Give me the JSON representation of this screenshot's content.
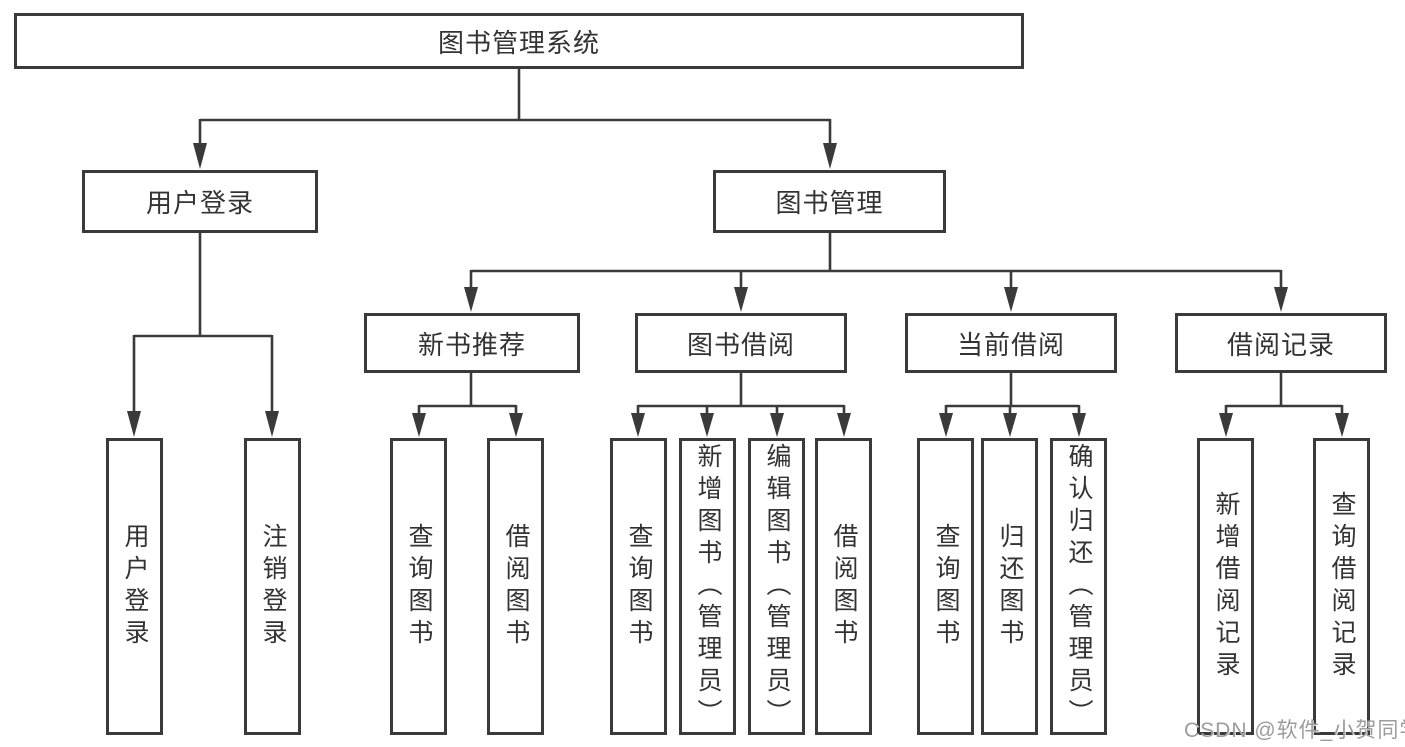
{
  "diagram": {
    "root": {
      "label": "图书管理系统"
    },
    "level2": [
      {
        "label": "用户登录"
      },
      {
        "label": "图书管理"
      }
    ],
    "level3": [
      {
        "label": "新书推荐"
      },
      {
        "label": "图书借阅"
      },
      {
        "label": "当前借阅"
      },
      {
        "label": "借阅记录"
      }
    ],
    "leaves": [
      {
        "label": "用户登录",
        "parent": "用户登录"
      },
      {
        "label": "注销登录",
        "parent": "用户登录"
      },
      {
        "label": "查询图书",
        "parent": "新书推荐"
      },
      {
        "label": "借阅图书",
        "parent": "新书推荐"
      },
      {
        "label": "查询图书",
        "parent": "图书借阅"
      },
      {
        "label": "新增图书（管理员）",
        "parent": "图书借阅"
      },
      {
        "label": "编辑图书（管理员）",
        "parent": "图书借阅"
      },
      {
        "label": "借阅图书",
        "parent": "图书借阅"
      },
      {
        "label": "查询图书",
        "parent": "当前借阅"
      },
      {
        "label": "归还图书",
        "parent": "当前借阅"
      },
      {
        "label": "确认归还（管理员）",
        "parent": "当前借阅"
      },
      {
        "label": "新增借阅记录",
        "parent": "借阅记录"
      },
      {
        "label": "查询借阅记录",
        "parent": "借阅记录"
      }
    ],
    "watermark": {
      "text": "CSDN @软件_小贺同学"
    },
    "colors": {
      "border": "#3a3a3a",
      "text": "#333333",
      "background": "#ffffff",
      "watermark": "#9c9c9c"
    }
  }
}
